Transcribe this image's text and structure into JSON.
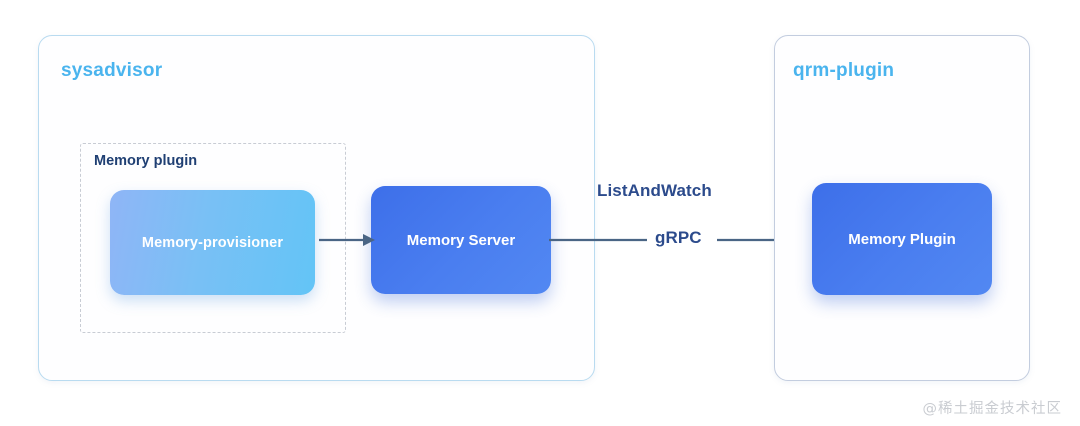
{
  "diagram": {
    "background_color": "#ffffff",
    "panels": [
      {
        "id": "sysadvisor",
        "title": "sysadvisor",
        "title_color": "#4ab4ee",
        "border_color": "#b9dbf0"
      },
      {
        "id": "qrm-plugin",
        "title": "qrm-plugin",
        "title_color": "#4ab4ee",
        "border_color": "#c3cddf"
      }
    ],
    "groups": [
      {
        "id": "memory-plugin-group",
        "title": "Memory plugin",
        "title_color": "#1f3f73",
        "border_style": "dashed",
        "border_color": "#c8ccd4"
      }
    ],
    "nodes": [
      {
        "id": "memory-provisioner",
        "label": "Memory-provisioner",
        "fill_start": "#8fb5f6",
        "fill_end": "#63c4f6",
        "text_color": "#ffffff"
      },
      {
        "id": "memory-server",
        "label": "Memory Server",
        "fill_start": "#3d6fe9",
        "fill_end": "#5288f2",
        "text_color": "#ffffff"
      },
      {
        "id": "memory-plugin",
        "label": "Memory Plugin",
        "fill_start": "#3d6fe9",
        "fill_end": "#5288f2",
        "text_color": "#ffffff"
      }
    ],
    "edges": [
      {
        "id": "provisioner-to-server",
        "from": "memory-provisioner",
        "to": "memory-server",
        "label": "",
        "color": "#4a6585",
        "arrow": "end"
      },
      {
        "id": "server-to-plugin",
        "from": "memory-server",
        "to": "memory-plugin",
        "label_top": "ListAndWatch",
        "label_mid": "gRPC",
        "label_color": "#2c4b8c",
        "color": "#4a6585",
        "arrow": "end"
      }
    ],
    "watermark": "@稀土掘金技术社区"
  }
}
